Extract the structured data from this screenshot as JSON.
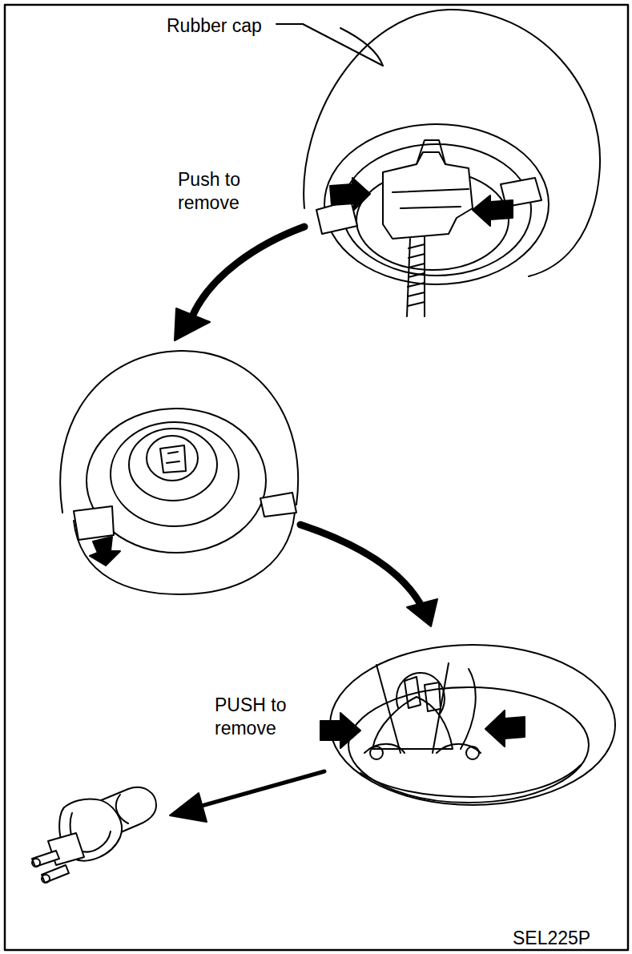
{
  "diagram": {
    "labels": [
      "Rubber cap",
      "Push to remove",
      "PUSH to remove",
      "SEL225P"
    ]
  }
}
